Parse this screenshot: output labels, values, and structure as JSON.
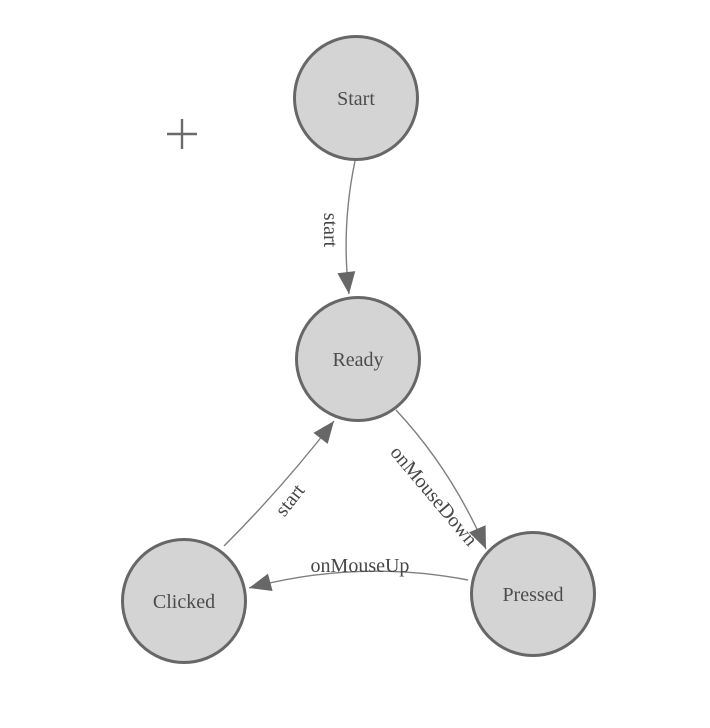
{
  "diagram": {
    "type": "state-machine",
    "background_color": "#ffffff",
    "node_fill_color": "#d4d4d4",
    "node_stroke_color": "#676767",
    "node_text_color": "#4c4c4c",
    "edge_stroke_color": "#7f7f7f",
    "edge_label_color": "#474747",
    "arrow_color": "#676767",
    "cursor": {
      "icon": "crosshair-icon"
    },
    "nodes": [
      {
        "id": "start",
        "label": "Start"
      },
      {
        "id": "ready",
        "label": "Ready"
      },
      {
        "id": "clicked",
        "label": "Clicked"
      },
      {
        "id": "pressed",
        "label": "Pressed"
      }
    ],
    "edges": [
      {
        "from": "start",
        "to": "ready",
        "label": "start"
      },
      {
        "from": "ready",
        "to": "pressed",
        "label": "onMouseDown"
      },
      {
        "from": "pressed",
        "to": "clicked",
        "label": "onMouseUp"
      },
      {
        "from": "clicked",
        "to": "ready",
        "label": "start"
      }
    ]
  }
}
